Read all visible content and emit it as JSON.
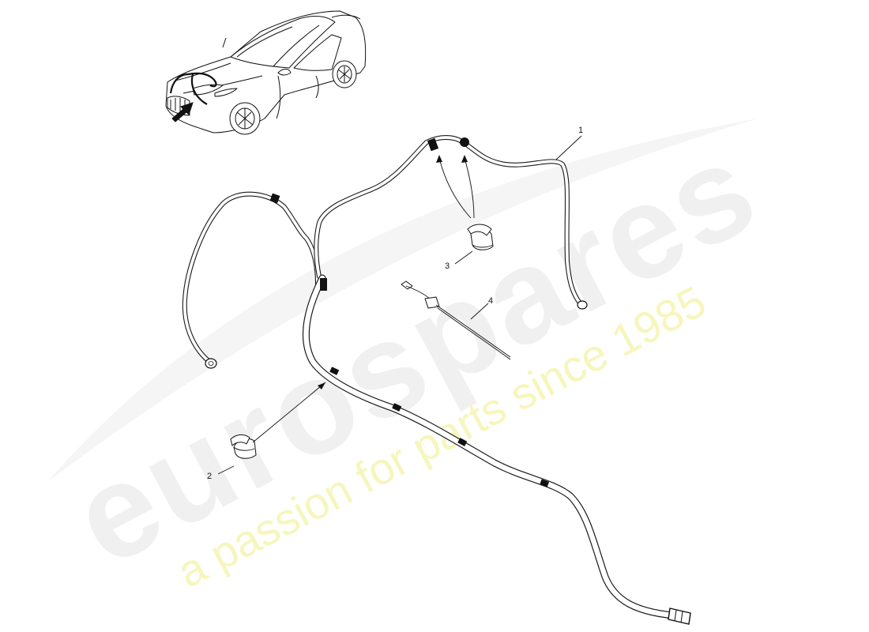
{
  "watermark": {
    "brand": "eurospares",
    "tagline": "a passion for parts since 1985",
    "brand_color": "#f0f0f0",
    "tagline_color": "#f6f6bd"
  },
  "callouts": [
    {
      "id": "1",
      "label": "1",
      "part": "pipe"
    },
    {
      "id": "2",
      "label": "2",
      "part": "clip"
    },
    {
      "id": "3",
      "label": "3",
      "part": "clip"
    },
    {
      "id": "4",
      "label": "4",
      "part": "cable tie"
    }
  ],
  "locator": {
    "arrow_icon": "locator-arrow-icon",
    "car_icon": "car-outline-icon"
  }
}
